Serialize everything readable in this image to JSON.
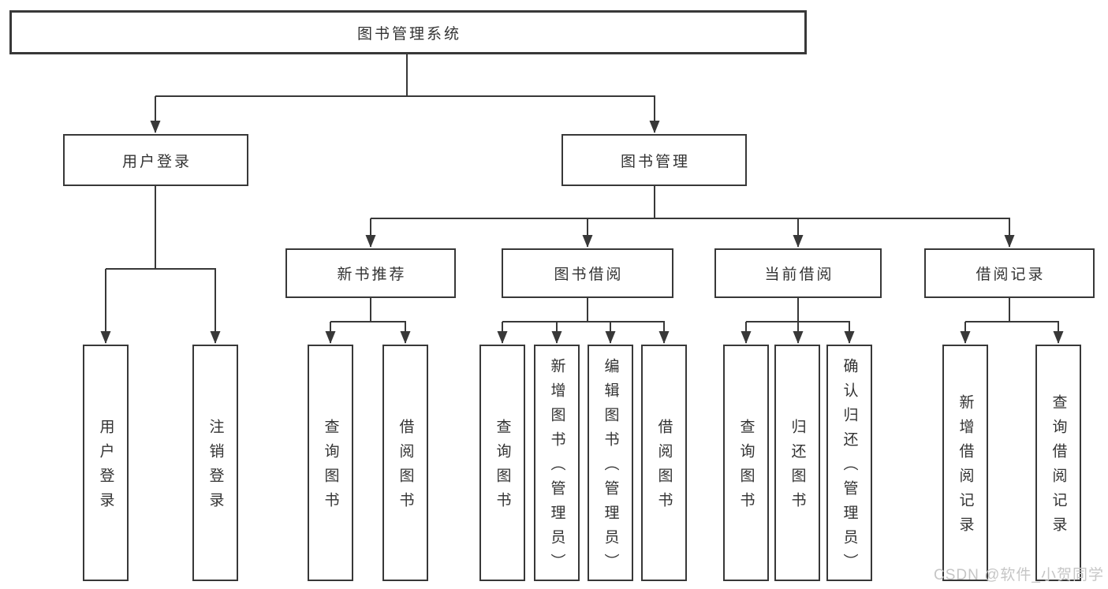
{
  "tree": {
    "label": "图书管理系统",
    "children": [
      {
        "label": "用户登录",
        "children": [
          {
            "label": "用户登录"
          },
          {
            "label": "注销登录"
          }
        ]
      },
      {
        "label": "图书管理",
        "children": [
          {
            "label": "新书推荐",
            "children": [
              {
                "label": "查询图书"
              },
              {
                "label": "借阅图书"
              }
            ]
          },
          {
            "label": "图书借阅",
            "children": [
              {
                "label": "查询图书"
              },
              {
                "label": "新增图书（管理员）"
              },
              {
                "label": "编辑图书（管理员）"
              },
              {
                "label": "借阅图书"
              }
            ]
          },
          {
            "label": "当前借阅",
            "children": [
              {
                "label": "查询图书"
              },
              {
                "label": "归还图书"
              },
              {
                "label": "确认归还（管理员）"
              }
            ]
          },
          {
            "label": "借阅记录",
            "children": [
              {
                "label": "新增借阅记录"
              },
              {
                "label": "查询借阅记录"
              }
            ]
          }
        ]
      }
    ]
  },
  "watermark": "CSDN @软件_小贺同学",
  "colors": {
    "line": "#383838",
    "text": "#333333",
    "watermark": "#c6c6c6",
    "bg": "#ffffff"
  }
}
